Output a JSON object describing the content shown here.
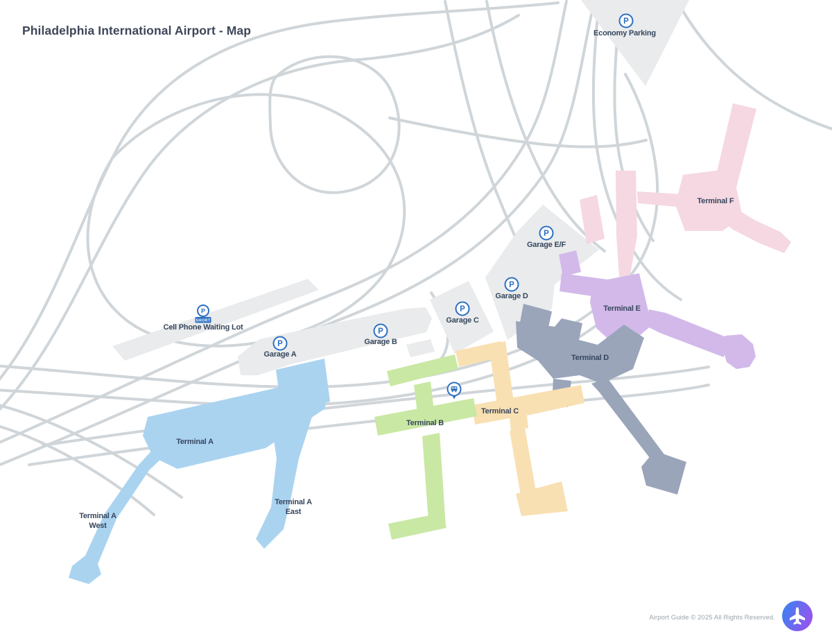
{
  "title": "Philadelphia International Airport - Map",
  "icons": {
    "parking_letter": "P",
    "short_badge": "SHORT",
    "shuttle": "shuttle-pin",
    "plane_logo": "airplane"
  },
  "colors": {
    "road": "#cfd5d9",
    "parking_fill": "#e9ebec",
    "terminal_a_blue": "#aad3f0",
    "terminal_b_green": "#c9e8a4",
    "terminal_c_peach": "#f9e0b2",
    "terminal_d_gray": "#9aa5ba",
    "terminal_e_lavender": "#d2b9ea",
    "terminal_f_pink": "#f5d8e2",
    "icon_blue": "#2d6fc3",
    "label_dark": "#36465c",
    "logo_gradient_start": "#3f80f0",
    "logo_gradient_end": "#9b51ee"
  },
  "parking": {
    "economy": {
      "label": "Economy Parking"
    },
    "cell_phone_lot": {
      "label": "Cell Phone Waiting Lot"
    },
    "garage_a": {
      "label": "Garage A"
    },
    "garage_b": {
      "label": "Garage B"
    },
    "garage_c": {
      "label": "Garage C"
    },
    "garage_d": {
      "label": "Garage D"
    },
    "garage_ef": {
      "label": "Garage E/F"
    }
  },
  "terminals": {
    "a": {
      "label": "Terminal A"
    },
    "a_east": {
      "line1": "Terminal A",
      "line2": "East"
    },
    "a_west": {
      "line1": "Terminal A",
      "line2": "West"
    },
    "b": {
      "label": "Terminal B"
    },
    "c": {
      "label": "Terminal C"
    },
    "d": {
      "label": "Terminal D"
    },
    "e": {
      "label": "Terminal E"
    },
    "f": {
      "label": "Terminal F"
    }
  },
  "footer": {
    "copyright": "Airport Guide © 2025 All Rights Reserved."
  }
}
